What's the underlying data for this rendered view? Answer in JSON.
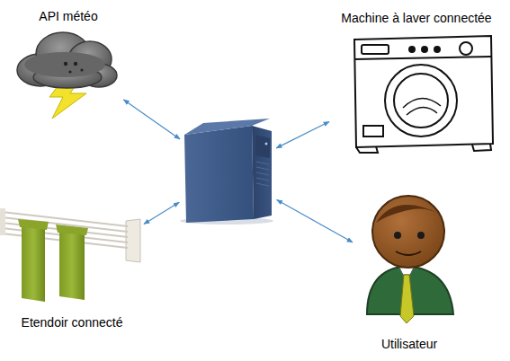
{
  "diagram": {
    "nodes": [
      {
        "text": [
          "API météo"
        ]
      },
      {
        "text": [
          "Machine à laver connectée"
        ]
      },
      {
        "text": []
      },
      {
        "text": [
          "Etendoir connecté"
        ]
      },
      {
        "text": [
          "Utilisateur"
        ]
      }
    ],
    "edges": [
      {
        "from": 2,
        "to": 0,
        "arrow": "both"
      },
      {
        "from": 2,
        "to": 1,
        "arrow": "both"
      },
      {
        "from": 2,
        "to": 3,
        "arrow": "both"
      },
      {
        "from": 2,
        "to": 4,
        "arrow": "both"
      }
    ]
  }
}
